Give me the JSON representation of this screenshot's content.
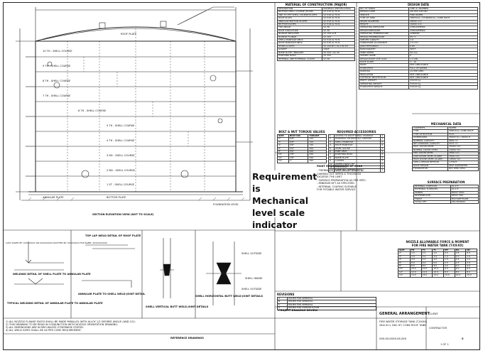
{
  "overlay_note": [
    "Requirement",
    "is Mechanical",
    "level scale",
    "indicator"
  ],
  "materials": {
    "title": "MATERIAL OF CONSTRUCTION (MAJOR)",
    "col_a": "DESCRIPTION",
    "col_b": "MATERIAL SPECIFICATION",
    "rows": [
      [
        "BOTTOM SHELL COURSE (PLATE)",
        "SA 516 Gr.70 N"
      ],
      [
        "2ND TO 4TH SHELL COURSE PLATES",
        "SA 516 Gr.70 N"
      ],
      [
        "ROOF PLATE",
        "SA 516 Gr.70 N"
      ],
      [
        "ANNULAR BOTTOM PLATES",
        "SA 516 Gr.70 N"
      ],
      [
        "BOTTOM PLATES",
        "SA 516 Gr.70 N"
      ],
      [
        "TOP ANGLE",
        "SA 36"
      ],
      [
        "ROOF STRUCTURE",
        "SA 36"
      ],
      [
        "NOZZLE NECK-PIPE",
        "SA 106 Gr.B"
      ],
      [
        "NOZZLE FLANGE",
        "SA 105"
      ],
      [
        "SHELL MANHOLE NECK",
        "SA 516 Gr.70 N"
      ],
      [
        "ROOF MANHOLE NECK",
        "SA 516 Gr.70 N"
      ],
      [
        "STUDS & NUTS",
        "SA 193 B7 / SA 194 2H"
      ],
      [
        "GASKET",
        "CNAF"
      ],
      [
        "NAME PLATE / BRACKET",
        "SS 304 / SA 36"
      ],
      [
        "EARTHING BOSS",
        "SS 304"
      ],
      [
        "INTERNAL AND EXTERNAL CLEATS",
        "SA 36"
      ]
    ]
  },
  "design_data": {
    "title": "DESIGN DATA",
    "rows": [
      [
        "NO. OF TANKS",
        "ONE (1) NUMBER"
      ],
      [
        "DESIGN CODE",
        "API 650 12th ED."
      ],
      [
        "SERVICE",
        "FIRE WATER"
      ],
      [
        "TYPE OF TANK",
        "VERTICAL, CYLINDRICAL, CONE ROOF"
      ],
      [
        "INSIDE DIAMETER",
        "28000 mm"
      ],
      [
        "HEIGHT",
        "16000 mm"
      ],
      [
        "OPERATING PRESSURE",
        "ATMOSPHERIC"
      ],
      [
        "DESIGN PRESSURE",
        "ATMOSPHERIC"
      ],
      [
        "OPERATING TEMPERATURE",
        "AMBIENT"
      ],
      [
        "DESIGN TEMPERATURE",
        "85 °C"
      ],
      [
        "SPECIFIC GRAVITY",
        "1.0"
      ],
      [
        "CORROSION ALLOWANCE",
        "1.5 mm"
      ],
      [
        "JOINT EFFICIENCY",
        "0.85"
      ],
      [
        "RADIOGRAPHY",
        "SPOT"
      ],
      [
        "WIND SPEED",
        "50 m/s"
      ],
      [
        "SEISMIC ZONE",
        "II"
      ],
      [
        "DESIGN ROOF LIVE LOAD",
        "1.2 kPa"
      ],
      [
        "ROOF SLOPE",
        "1 : 16"
      ],
      [
        "PWHT",
        "NOT APPLICABLE"
      ],
      [
        "HYDROTEST",
        "FULL OF WATER"
      ],
      [
        "PAINTING",
        "AS PER SPEC."
      ],
      [
        "INSULATION",
        "NOT APPLICABLE"
      ],
      [
        "CATHODIC PROTECTION",
        "NOT APPLICABLE"
      ],
      [
        "EMPTY WEIGHT",
        "XXXXX kg"
      ],
      [
        "OPERATING WEIGHT",
        "XXXXX kg"
      ],
      [
        "HYDROTEST WEIGHT",
        "XXXXX kg"
      ]
    ]
  },
  "mechanical_data": {
    "title": "MECHANICAL DATA",
    "rows": [
      [
        "CONTENTS",
        "WATER"
      ],
      [
        "TYPE",
        "VERTICAL, CONE ROOF"
      ],
      [
        "TYPE OF BOTTOM",
        "FLAT"
      ],
      [
        "DIMENSIONS",
        "28000 ID x 16000 H"
      ],
      [
        "NOMINAL CAPACITY",
        "9852 m³"
      ],
      [
        "NET WORKING CAPACITY",
        "9237 m³"
      ],
      [
        "MAX. LIQUID LEVEL",
        "15000 mm"
      ],
      [
        "NORMAL LIQUID LEVEL",
        "14000 mm"
      ],
      [
        "MIN. LIQUID LEVEL",
        "1000 mm"
      ],
      [
        "LOW LIQUID LEVEL ALARM",
        "1500 mm"
      ],
      [
        "HIGH LIQUID LEVEL ALARM",
        "14500 mm"
      ],
      [
        "SHELL DESIGN METHOD",
        "1-FOOT"
      ],
      [
        "ROOF DESIGN",
        "SELF SUPPORTED"
      ],
      [
        "FOUNDATION",
        "RCC RING WALL"
      ]
    ]
  },
  "surface_prep": {
    "title": "SURFACE PREPARATION",
    "rows": [
      [
        "INTERNAL SURFACES",
        "SA 2.5"
      ],
      [
        "EXTERNAL SURFACES",
        "SA 2.5"
      ],
      [
        "PRIMER",
        "EPOXY ZINC"
      ],
      [
        "INTERMEDIATE",
        "EPOXY MIO"
      ],
      [
        "FINISH",
        "POLYURETHANE"
      ],
      [
        "TOTAL DFT",
        "250 MICRON"
      ]
    ]
  },
  "nozzle_loads": {
    "title": "NOZZLE ALLOWABLE FORCE & MOMENT",
    "subtitle": "FOR FIRE WATER TANK (T-XX-XX)",
    "cols": [
      "SIZE",
      "FR",
      "FC",
      "FL",
      "MT",
      "ML",
      "MC"
    ],
    "rows": [
      [
        "2\"",
        "2.0",
        "2.0",
        "2.0",
        "0.5",
        "0.5",
        "0.5"
      ],
      [
        "3\"",
        "3.0",
        "3.0",
        "3.0",
        "1.0",
        "1.0",
        "1.0"
      ],
      [
        "4\"",
        "4.0",
        "4.0",
        "4.0",
        "1.5",
        "1.5",
        "1.5"
      ],
      [
        "6\"",
        "6.0",
        "6.0",
        "6.0",
        "2.5",
        "2.5",
        "2.5"
      ],
      [
        "8\"",
        "8.0",
        "8.0",
        "8.0",
        "4.0",
        "4.0",
        "4.0"
      ],
      [
        "10\"",
        "10.0",
        "10.0",
        "10.0",
        "6.0",
        "6.0",
        "6.0"
      ],
      [
        "12\"",
        "12.0",
        "12.0",
        "12.0",
        "8.0",
        "8.0",
        "8.0"
      ],
      [
        "14\"",
        "14.0",
        "14.0",
        "14.0",
        "10.0",
        "10.0",
        "10.0"
      ]
    ]
  },
  "bolt_torque": {
    "title": "BOLT & NUT TORQUE VALUES",
    "cols": [
      "SIZE",
      "BOLT DIA",
      "TORQUE"
    ],
    "rows": [
      [
        "2\"",
        "5/8\"",
        "120"
      ],
      [
        "3\"",
        "5/8\"",
        "120"
      ],
      [
        "4\"",
        "5/8\"",
        "120"
      ],
      [
        "6\"",
        "3/4\"",
        "200"
      ],
      [
        "8\"",
        "3/4\"",
        "200"
      ],
      [
        "10\"",
        "7/8\"",
        "320"
      ],
      [
        "12\"",
        "7/8\"",
        "320"
      ],
      [
        "24\"",
        "1\"",
        "490"
      ]
    ]
  },
  "accessories": {
    "title": "REQUIRED ACCESSORIES",
    "rows": [
      [
        "1",
        "ACCESS TO ROOF SPIRAL STAIRWAY",
        "1"
      ],
      [
        "2",
        "HANDRAIL ON ROOF ALL AROUND",
        "1"
      ],
      [
        "3",
        "SHELL MANHOLE",
        "2"
      ],
      [
        "4",
        "ROOF MANHOLE",
        "2"
      ],
      [
        "5",
        "LEVEL GAUGE",
        "1"
      ],
      [
        "6",
        "FREE VENT",
        "1"
      ],
      [
        "7",
        "EARTHING BOSS",
        "4"
      ],
      [
        "8",
        "NAME PLATE",
        "1"
      ],
      [
        "9",
        "LADDER",
        "1"
      ],
      [
        "10",
        "WATER DRAW OFF",
        "1"
      ],
      [
        "11",
        "OVERFLOW",
        "1"
      ],
      [
        "12",
        "SAMPLING CONNECTION",
        "1"
      ]
    ]
  },
  "paint_notes": {
    "title": "PAINT REQUIREMENTS OF CODE",
    "lines": [
      "- THERMAL STRESS RELIEF SHALL BE",
      "  CARRIED OUT WHEN A THICKNESS",
      "  EXCEEDS THE LIMIT",
      "- SURFACE PREPARATION AS PER SPEC.",
      "- MINIMUM DFT AS SPECIFIED",
      "- INTERNAL COATING SUITABLE",
      "  FOR POTABLE WATER SERVICE"
    ]
  },
  "notes": [
    "1) ALL NOZZLE FLANGE FACES SHALL BE MADE PARALLEL WITH ALLOY 1/2 DEGREE ANGLE (AND 1/2).",
    "2) THIS DRAWING TO BE READ IN CONJUNCTION WITH NOZZLE ORIENTATION DRAWING.",
    "3) ALL DIMENSIONS ARE IN MM UNLESS OTHERWISE STATED.",
    "4) ALL WELD SIZES SHALL BE AS PER CODE REQUIREMENT."
  ],
  "sign_line": "LAST SAVED BY: XXXXXXXX ON XX/XX/XXXX  PLOTTED BY: XXXXXXXX  FILE NAME: XXXXXXXXXX",
  "detail_labels": [
    "WELDING DETAIL OF SHELL PLATE TO ANNULAR PLATE",
    "TYPICAL WELDING DETAIL OF ANNULAR PLATE TO ANNULAR PLATE",
    "TOP LAP WELD DETAIL OF ROOF PLATE",
    "ANNULAR PLATE TO SHELL WELD JOINT DETAIL",
    "SHELL VERTICAL BUTT WELD JOINT DETAILS",
    "SHELL HORIZONTAL BUTT WELD JOINT DETAILS",
    "SHELL INSIDE",
    "SHELL OUTSIDE",
    "SHELL OUTSIDE"
  ],
  "elevation_labels": {
    "courses": [
      "10 TH - SHELL COURSE",
      "9 TH - SHELL COURSE",
      "8 TH - SHELL COURSE",
      "7 TH - SHELL COURSE",
      "6 TH - SHELL COURSE",
      "5 TH - SHELL COURSE",
      "4 TH - SHELL COURSE",
      "3 RD - SHELL COURSE",
      "2 ND - SHELL COURSE",
      "1 ST - SHELL COURSE"
    ],
    "roof_label": "ROOF PLATE",
    "bottom_label": "BOTTOM PLATE",
    "annular_label": "ANNULAR PLATE",
    "foundation_label": "FOUNDATION LEVEL",
    "elevation_title": "SECTION ELEVATION VIEW (NOT TO SCALE)"
  },
  "reference_drawing": "REFERENCE DRAWINGS",
  "revisions": {
    "title": "REVISIONS",
    "rows": [
      [
        "A",
        "ISSUED FOR APPROVAL"
      ],
      [
        "B",
        "ISSUED FOR APPROVAL"
      ],
      [
        "C",
        "ISSUED FOR APPROVAL"
      ],
      [
        "0",
        "ISSUED FOR CONSTRUCTION"
      ]
    ]
  },
  "title_block": {
    "project": "PROJECT DRAWING REVIEW",
    "doc_title": "GENERAL ARRANGEMENT",
    "doc_sub1": "FIRE WATER STORAGE TANK (T-XXXX)",
    "doc_sub2": "28m ID x 16m HT. CONE ROOF TANK",
    "doc_no": "XXX-XX-XXXX-XX-XXX",
    "rev": "0",
    "sheet": "1 OF 1",
    "contractor": "CONTRACTOR",
    "client": "CLIENT"
  }
}
